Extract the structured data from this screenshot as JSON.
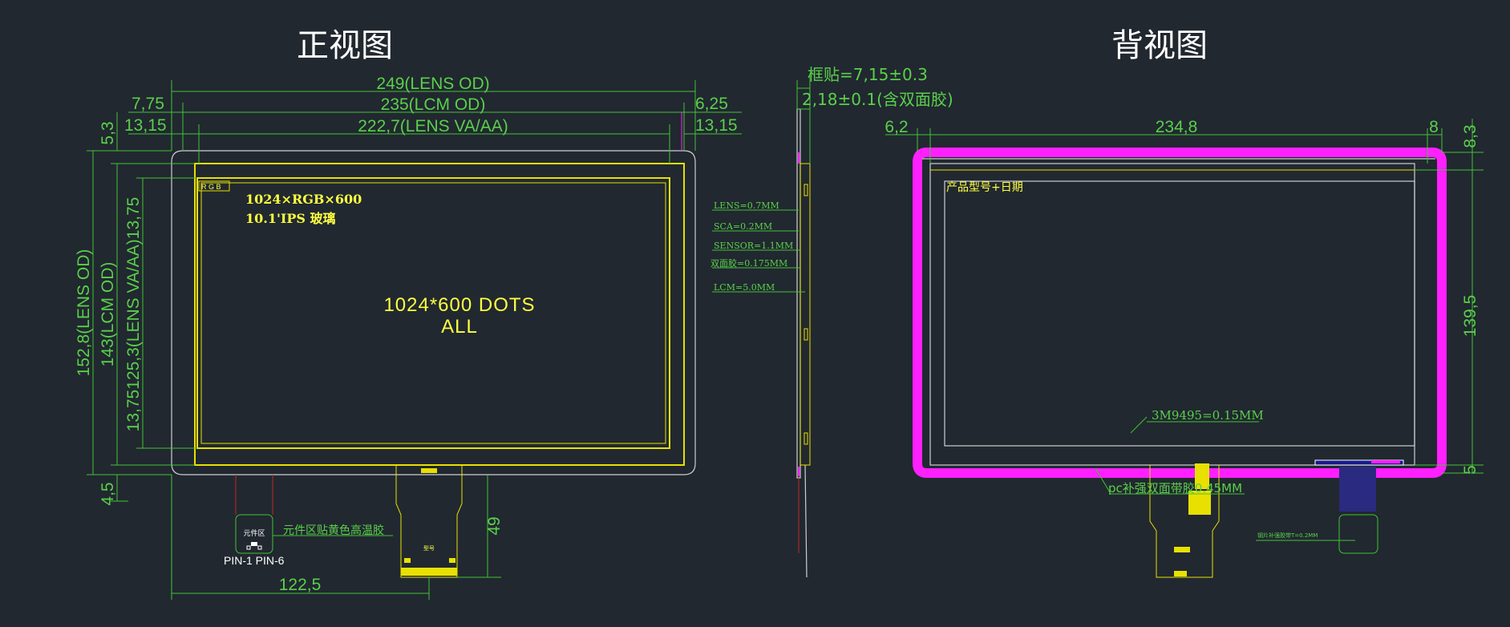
{
  "titles": {
    "front": "正视图",
    "back": "背视图"
  },
  "front": {
    "dim_lens_od_w": "249(LENS OD)",
    "dim_lcm_od_w": "235(LCM OD)",
    "dim_va_w": "222,7(LENS VA/AA)",
    "dim_left_1": "7,75",
    "dim_left_2": "13,15",
    "dim_right_1": "6,25",
    "dim_right_2": "13,15",
    "dim_top_53": "5,3",
    "dim_v_lens": "152,8(LENS OD)",
    "dim_v_lcm": "143(LCM OD)",
    "dim_v_va": "13,75125,3(LENS VA/AA)13,75",
    "dim_bottom_45": "4,5",
    "dim_fpc_h": "49",
    "dim_fpc_x": "122,5",
    "spec_line1": "1024×RGB×600",
    "spec_line2": "10.1'IPS  玻璃",
    "rgb_label": "R G B",
    "dots_line1": "1024*600   DOTS",
    "dots_line2": "ALL",
    "component_label": "元件区贴黄色高温胶",
    "component_box": "元件区",
    "pin_label": "PIN-1 PIN-6",
    "fpc_label": "型号"
  },
  "side": {
    "dim_frame": "框贴=7,15±0.3",
    "dim_tape": "2,18±0.1(含双面胶)",
    "layers": [
      "LENS=0.7MM",
      "SCA=0.2MM",
      "SENSOR=1.1MM",
      "双面胶=0.175MM",
      "LCM=5.0MM"
    ]
  },
  "back": {
    "dim_left": "6,2",
    "dim_width": "234,8",
    "dim_right": "8",
    "dim_top": "8,3",
    "dim_height": "139,5",
    "dim_bottom": "5",
    "model_label": "产品型号+日期",
    "tape_label": "3M9495=0.15MM",
    "pc_label": "pc补强双面带胶0.45MM",
    "steel_label": "钢片补强胶带T=0.2MM"
  }
}
